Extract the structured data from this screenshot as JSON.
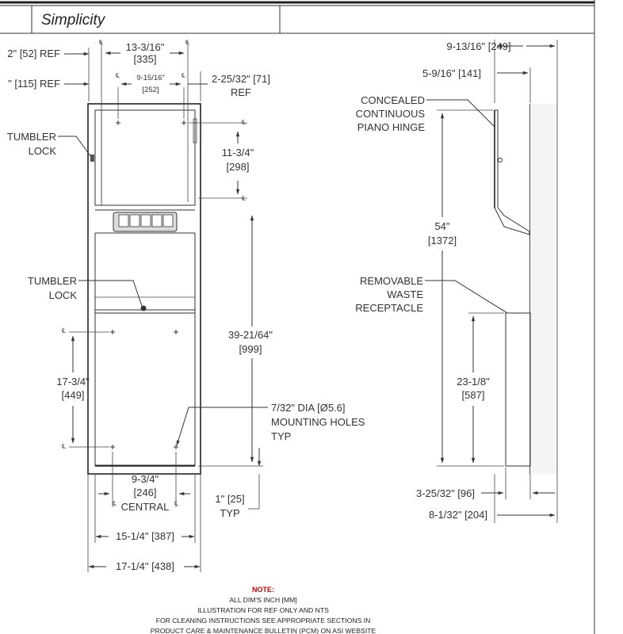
{
  "title_block": {
    "series_label": "Simplicity"
  },
  "front_view": {
    "dims": {
      "ref_52": "2\" [52] REF",
      "ref_115": "\" [115] REF",
      "w_335_in": "13-3/16\"",
      "w_335_mm": "[335]",
      "w_252_in": "9-15/16\"",
      "w_252_mm": "[252]",
      "r_71_in": "2-25/32\" [71]",
      "r_71_ref": "REF",
      "h_298_in": "11-3/4\"",
      "h_298_mm": "[298]",
      "h_999_in": "39-21/64\"",
      "h_999_mm": "[999]",
      "h_449_in": "17-3/4\"",
      "h_449_mm": "[449]",
      "w_246_in": "9-3/4\"",
      "w_246_mm": "[246]",
      "w_246_note": "CENTRAL",
      "typ_25": "1\" [25]",
      "typ_25_note": "TYP",
      "w_387": "15-1/4\" [387]",
      "w_438": "17-1/4\" [438]"
    },
    "callouts": {
      "tumbler_lock_1a": "TUMBLER",
      "tumbler_lock_1b": "LOCK",
      "tumbler_lock_2a": "TUMBLER",
      "tumbler_lock_2b": "LOCK",
      "holes_a": "7/32\" DIA [Ø5.6]",
      "holes_b": "MOUNTING HOLES",
      "holes_c": "TYP"
    },
    "centerline_symbol": "℄"
  },
  "side_view": {
    "dims": {
      "d_249": "9-13/16\" [249]",
      "d_141": "5-9/16\" [141]",
      "h_1372_in": "54\"",
      "h_1372_mm": "[1372]",
      "h_587_in": "23-1/8\"",
      "h_587_mm": "[587]",
      "d_96": "3-25/32\" [96]",
      "d_204": "8-1/32\" [204]"
    },
    "callouts": {
      "hinge_a": "CONCEALED",
      "hinge_b": "CONTINUOUS",
      "hinge_c": "PIANO HINGE",
      "waste_a": "REMOVABLE",
      "waste_b": "WASTE",
      "waste_c": "RECEPTACLE"
    }
  },
  "notes": {
    "heading": "NOTE:",
    "line1": "ALL DIM'S INCH [MM]",
    "line2": "ILLUSTRATION FOR REF ONLY AND NTS",
    "line3": "FOR CLEANING INSTRUCTIONS SEE APPROPRIATE SECTIONS IN",
    "line4": "PRODUCT CARE & MAINTENANCE BULLETIN (PCM) ON ASI WEBSITE"
  }
}
